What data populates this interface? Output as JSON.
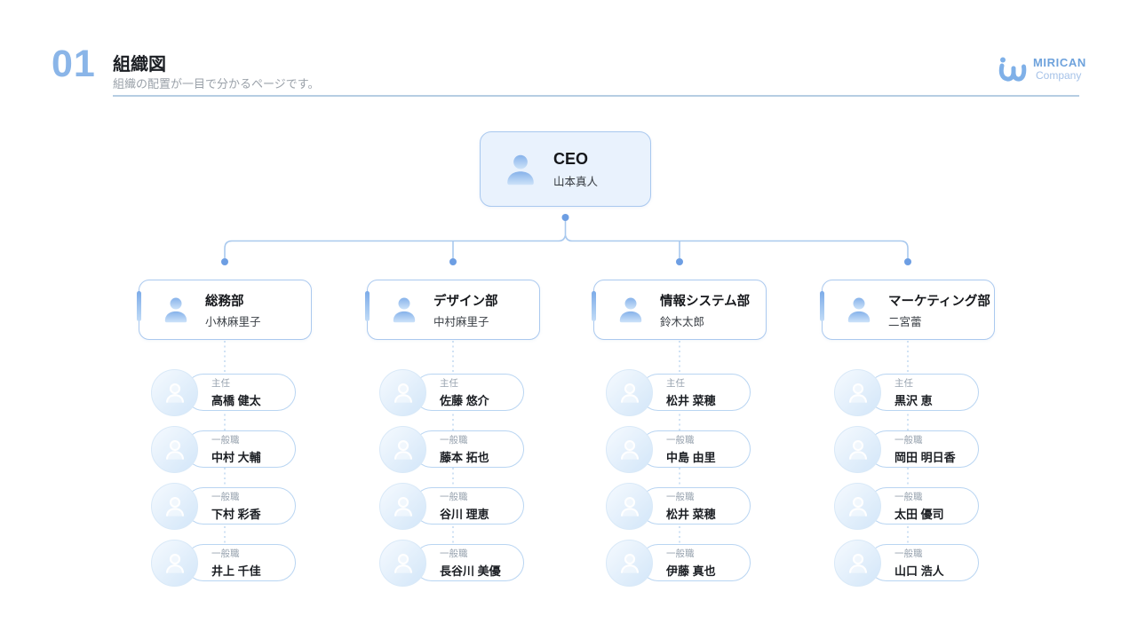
{
  "page": {
    "number": "01",
    "title": "組織図",
    "subtitle": "組織の配置が一目で分かるページです。"
  },
  "logo": {
    "brand": "MIRICAN",
    "sub": "Company"
  },
  "colors": {
    "accent_blue": "#8ab5e8",
    "connector_line": "#a9c9ee",
    "connector_dot": "#6d9ee3",
    "ceo_card_fill": "#e9f2fd",
    "card_border": "#abc9ef",
    "role_gray": "#98a3af"
  },
  "ceo": {
    "title": "CEO",
    "name": "山本真人"
  },
  "columns": [
    {
      "dept": {
        "title": "総務部",
        "name": "小林麻里子"
      },
      "members": [
        {
          "role": "主任",
          "name": "高橋 健太"
        },
        {
          "role": "一般職",
          "name": "中村 大輔"
        },
        {
          "role": "一般職",
          "name": "下村 彩香"
        },
        {
          "role": "一般職",
          "name": "井上 千佳"
        }
      ]
    },
    {
      "dept": {
        "title": "デザイン部",
        "name": "中村麻里子"
      },
      "members": [
        {
          "role": "主任",
          "name": "佐藤 悠介"
        },
        {
          "role": "一般職",
          "name": "藤本 拓也"
        },
        {
          "role": "一般職",
          "name": "谷川 理恵"
        },
        {
          "role": "一般職",
          "name": "長谷川 美優"
        }
      ]
    },
    {
      "dept": {
        "title": "情報システム部",
        "name": "鈴木太郎"
      },
      "members": [
        {
          "role": "主任",
          "name": "松井 菜穂"
        },
        {
          "role": "一般職",
          "name": "中島 由里"
        },
        {
          "role": "一般職",
          "name": "松井 菜穂"
        },
        {
          "role": "一般職",
          "name": "伊藤 真也"
        }
      ]
    },
    {
      "dept": {
        "title": "マーケティング部",
        "name": "二宮蕾"
      },
      "members": [
        {
          "role": "主任",
          "name": "黒沢 恵"
        },
        {
          "role": "一般職",
          "name": "岡田 明日香"
        },
        {
          "role": "一般職",
          "name": "太田 優司"
        },
        {
          "role": "一般職",
          "name": "山口 浩人"
        }
      ]
    }
  ]
}
